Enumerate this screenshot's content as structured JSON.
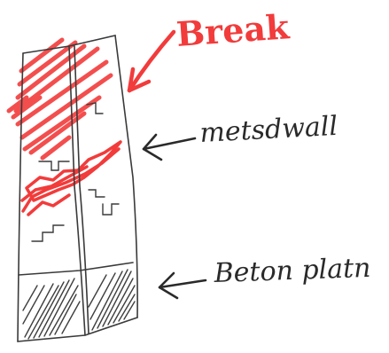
{
  "annotations": {
    "break": {
      "text": "Break",
      "color": "#f23b3b"
    },
    "wall": {
      "text": "metsdwall",
      "color": "#2b2b2b"
    },
    "plate": {
      "text": "Beton platn",
      "color": "#2b2b2b"
    }
  },
  "palette": {
    "ink": "#2a2a2a",
    "pencil": "#5a5a5a",
    "red": "#f23b3b"
  }
}
